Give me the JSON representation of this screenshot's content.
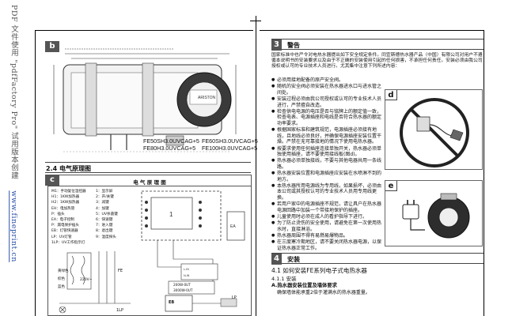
{
  "watermark": {
    "text": "PDF 文件使用 \"pdfFactory Pro\" 试用版本创建",
    "url": "www.fineprint.cn"
  },
  "panels": {
    "b_label": "b",
    "c_label": "c",
    "d_label": "d",
    "e_label": "e"
  },
  "models": {
    "left_line1": "FE50SH3.0UVCAG+5",
    "left_line2": "FE80H3.0UVCAG+5",
    "right_line1": "FE60SH3.0UVCAG+5",
    "right_line2": "FE100H3.0UVCAG+5"
  },
  "section_2_4": {
    "title": "2.4 电气原理图"
  },
  "circuit": {
    "header": "电 气 原 理 图",
    "legend": [
      "M1：手动复位温控器",
      "H1：1KW加热器",
      "H2：1KW加热器",
      "EH：电加热管",
      "P：插头",
      "EA：电子控制",
      "P：漏电保护插头",
      "EB：灯管快速器",
      "LP：UV灯管",
      "1LP：UV工作指示灯"
    ],
    "legend_right": [
      "1：显示屏",
      "2：开/关键",
      "3：减键",
      "4：加键",
      "5：UV杀菌键",
      "6：快速键",
      "7：进入键",
      "8：退出键",
      "9：温度探头"
    ],
    "wire_labels": [
      "黄绿色",
      "棕色",
      "蓝色",
      "FE"
    ],
    "power_labels": [
      "220V~",
      "200W-0UT",
      "3000W-0UT"
    ],
    "eb_label": "EB",
    "lp_label": "LP",
    "ilp_label": "1LP"
  },
  "section_3": {
    "number": "3",
    "title": "警告",
    "intro": "国家标准中也严令对电热水器提出如下安全规定条件。同宜斯德热水器产品（中国）有限公司对用户不遵循本说明书的安装要求以及由于不正确的安装使用引起的任何损害，不承担任何责任。安装必须由我公司授权或认可的专业技术人员进行。尤其集中注意下列所述内容：",
    "items": [
      "必须用接地配备的原产安全阀。",
      "随机的安全阀必须安装在热水器进水口与进水管之间处。",
      "安装过程必须由我公司授权或认可的专业技术人员进行，严禁擅自改造。",
      "检查供电电源的电压是否与铭牌上的额定值一致，检查电表、电源插座和电线是否符合热水器的额定功率要求。",
      "根据国家标准和建筑规范，电源插座必须接有地线，且地线必须良好，并确保电源插座安装位置干燥。严禁在无可靠接地的情况下使用电热水器。",
      "按要求使用任何插座连接单独开关，热水器必须单独使用插座，请不要使用接线板(图d)。",
      "热水器必须单独接线，不要与其他电器共用一条线路。",
      "热水器安装位置和电源插座应安装在水喷淋不到的地方。",
      "本热水器所用电源线为专用线，如果损坏，必须由本公司或其授权认可的专业技术人员用专用线更换。",
      "若用户家中的电源插座不规范，请让具户在热水器电源回路中加装一个带接地保护的插座。",
      "儿童使用时必须在成人的看护指导下进行。",
      "为了防止烫伤的安全使用，请避免在第一次使用热水时，直接淋浴。",
      "热水器周围不得有易燃易爆物品。",
      "在三度寒冷期地区，请不要关闭热水器电源，以保证热水器正常工作。"
    ]
  },
  "section_4": {
    "number": "4",
    "title": "安装",
    "subtitle": "4.1 如何安装FE系列电子式电热水器",
    "sub_1": "4.1.1 安装",
    "sub_a": "A.热水器安装位置及墙体要求",
    "sub_a_item": "确保墙体能承重2倍于灌满水的热水器重量。"
  }
}
